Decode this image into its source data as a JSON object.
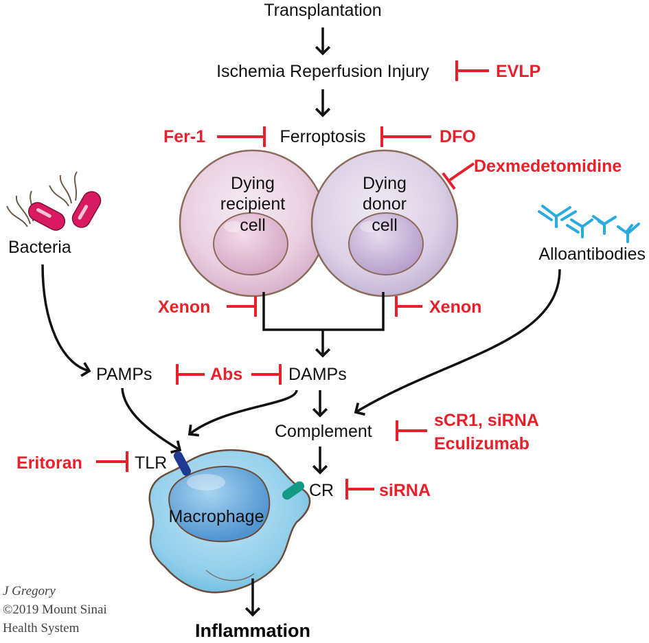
{
  "nodes": {
    "transplantation": "Transplantation",
    "iri": "Ischemia Reperfusion Injury",
    "ferroptosis": "Ferroptosis",
    "recipient_cell": [
      "Dying",
      "recipient",
      "cell"
    ],
    "donor_cell": [
      "Dying",
      "donor",
      "cell"
    ],
    "bacteria": "Bacteria",
    "alloantibodies": "Alloantibodies",
    "pamps": "PAMPs",
    "damps": "DAMPs",
    "complement": "Complement",
    "tlr": "TLR",
    "cr": "CR",
    "macrophage": "Macrophage",
    "inflammation": "Inflammation"
  },
  "inhibitors": {
    "evlp": "EVLP",
    "fer1": "Fer-1",
    "dfo": "DFO",
    "dexmedetomidine": "Dexmedetomidine",
    "xenon_left": "Xenon",
    "xenon_right": "Xenon",
    "abs": "Abs",
    "complement_line1": "sCR1, siRNA",
    "complement_line2": "Eculizumab",
    "eritoran": "Eritoran",
    "cr_sirna": "siRNA"
  },
  "credit": {
    "line1": "J Gregory",
    "line2": "©2019 Mount Sinai",
    "line3": "Health System"
  },
  "colors": {
    "inhibitor": "#e8202a",
    "arrow": "#111111",
    "recipient_cell": "#e7c9dc",
    "donor_cell": "#d8cde3",
    "bacteria": "#d81b60",
    "antibody": "#29abe2",
    "macrophage": "#8fcdea",
    "tlr_receptor": "#1f3a93",
    "cr_receptor": "#139a84"
  }
}
